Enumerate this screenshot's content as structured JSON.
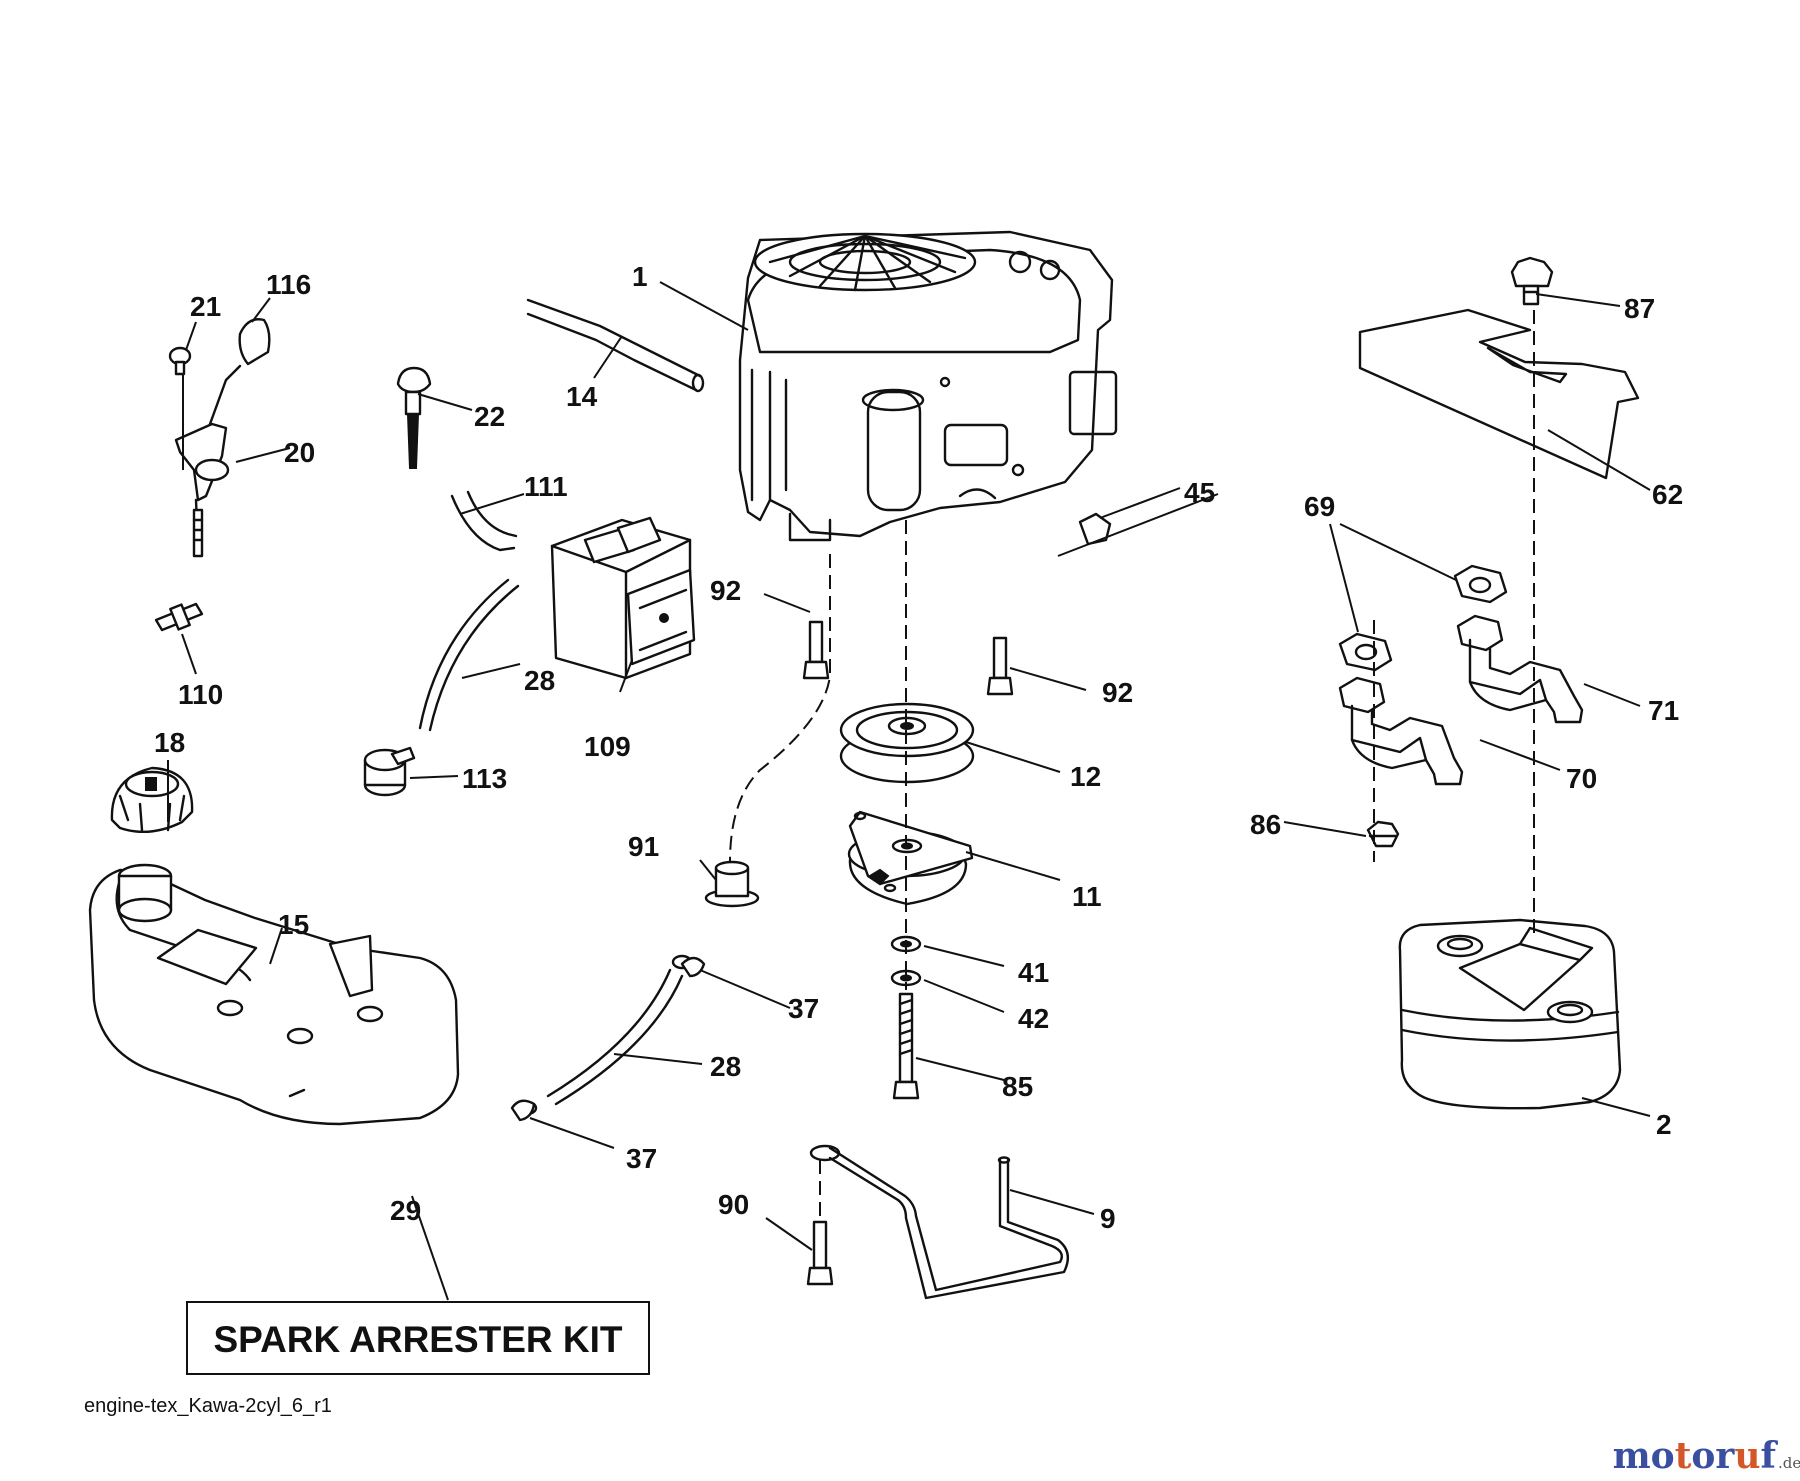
{
  "diagram": {
    "callouts": {
      "c1": "1",
      "c2": "2",
      "c9": "9",
      "c11": "11",
      "c12": "12",
      "c14": "14",
      "c15": "15",
      "c18": "18",
      "c20": "20",
      "c21": "21",
      "c22": "22",
      "c28a": "28",
      "c28b": "28",
      "c29": "29",
      "c37a": "37",
      "c37b": "37",
      "c41": "41",
      "c42": "42",
      "c45": "45",
      "c62": "62",
      "c69": "69",
      "c70": "70",
      "c71": "71",
      "c85": "85",
      "c86": "86",
      "c87": "87",
      "c90": "90",
      "c91": "91",
      "c92a": "92",
      "c92b": "92",
      "c109": "109",
      "c110": "110",
      "c111": "111",
      "c113": "113",
      "c116": "116"
    },
    "kit_label": "SPARK ARRESTER KIT",
    "file_name": "engine-tex_Kawa-2cyl_6_r1"
  },
  "watermark": {
    "brand": "motoruf",
    "tld": ".de",
    "colors": {
      "primary": "#3a4fa0",
      "accent": "#d4572a"
    }
  }
}
